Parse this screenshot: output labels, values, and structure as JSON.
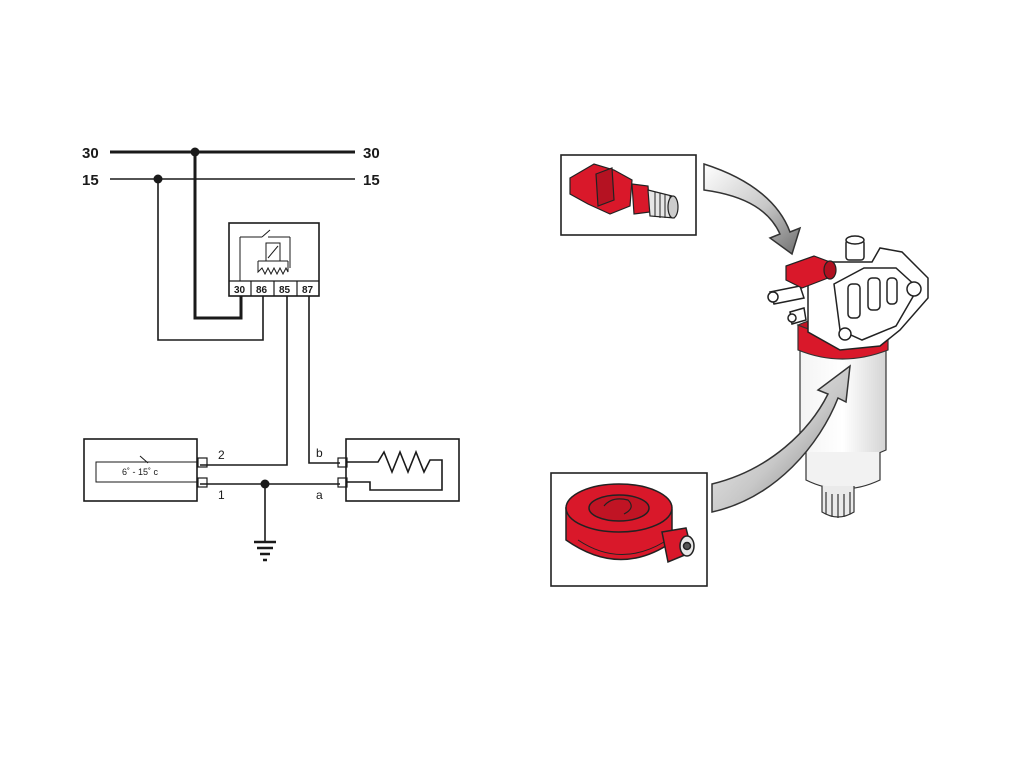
{
  "circuit": {
    "bus_top": {
      "left": "30",
      "right": "30"
    },
    "bus_bottom": {
      "left": "15",
      "right": "15"
    },
    "relay_terminals": [
      "30",
      "86",
      "85",
      "87"
    ],
    "thermostat_range": "6˚ - 15˚ c",
    "thermostat_pins": {
      "top": "2",
      "bottom": "1"
    },
    "heater_pins": {
      "top": "b",
      "bottom": "a"
    }
  },
  "colors": {
    "wire": "#1a1a1a",
    "highlight_red": "#d9182a",
    "arrow_gray": "#9a9a9a"
  }
}
